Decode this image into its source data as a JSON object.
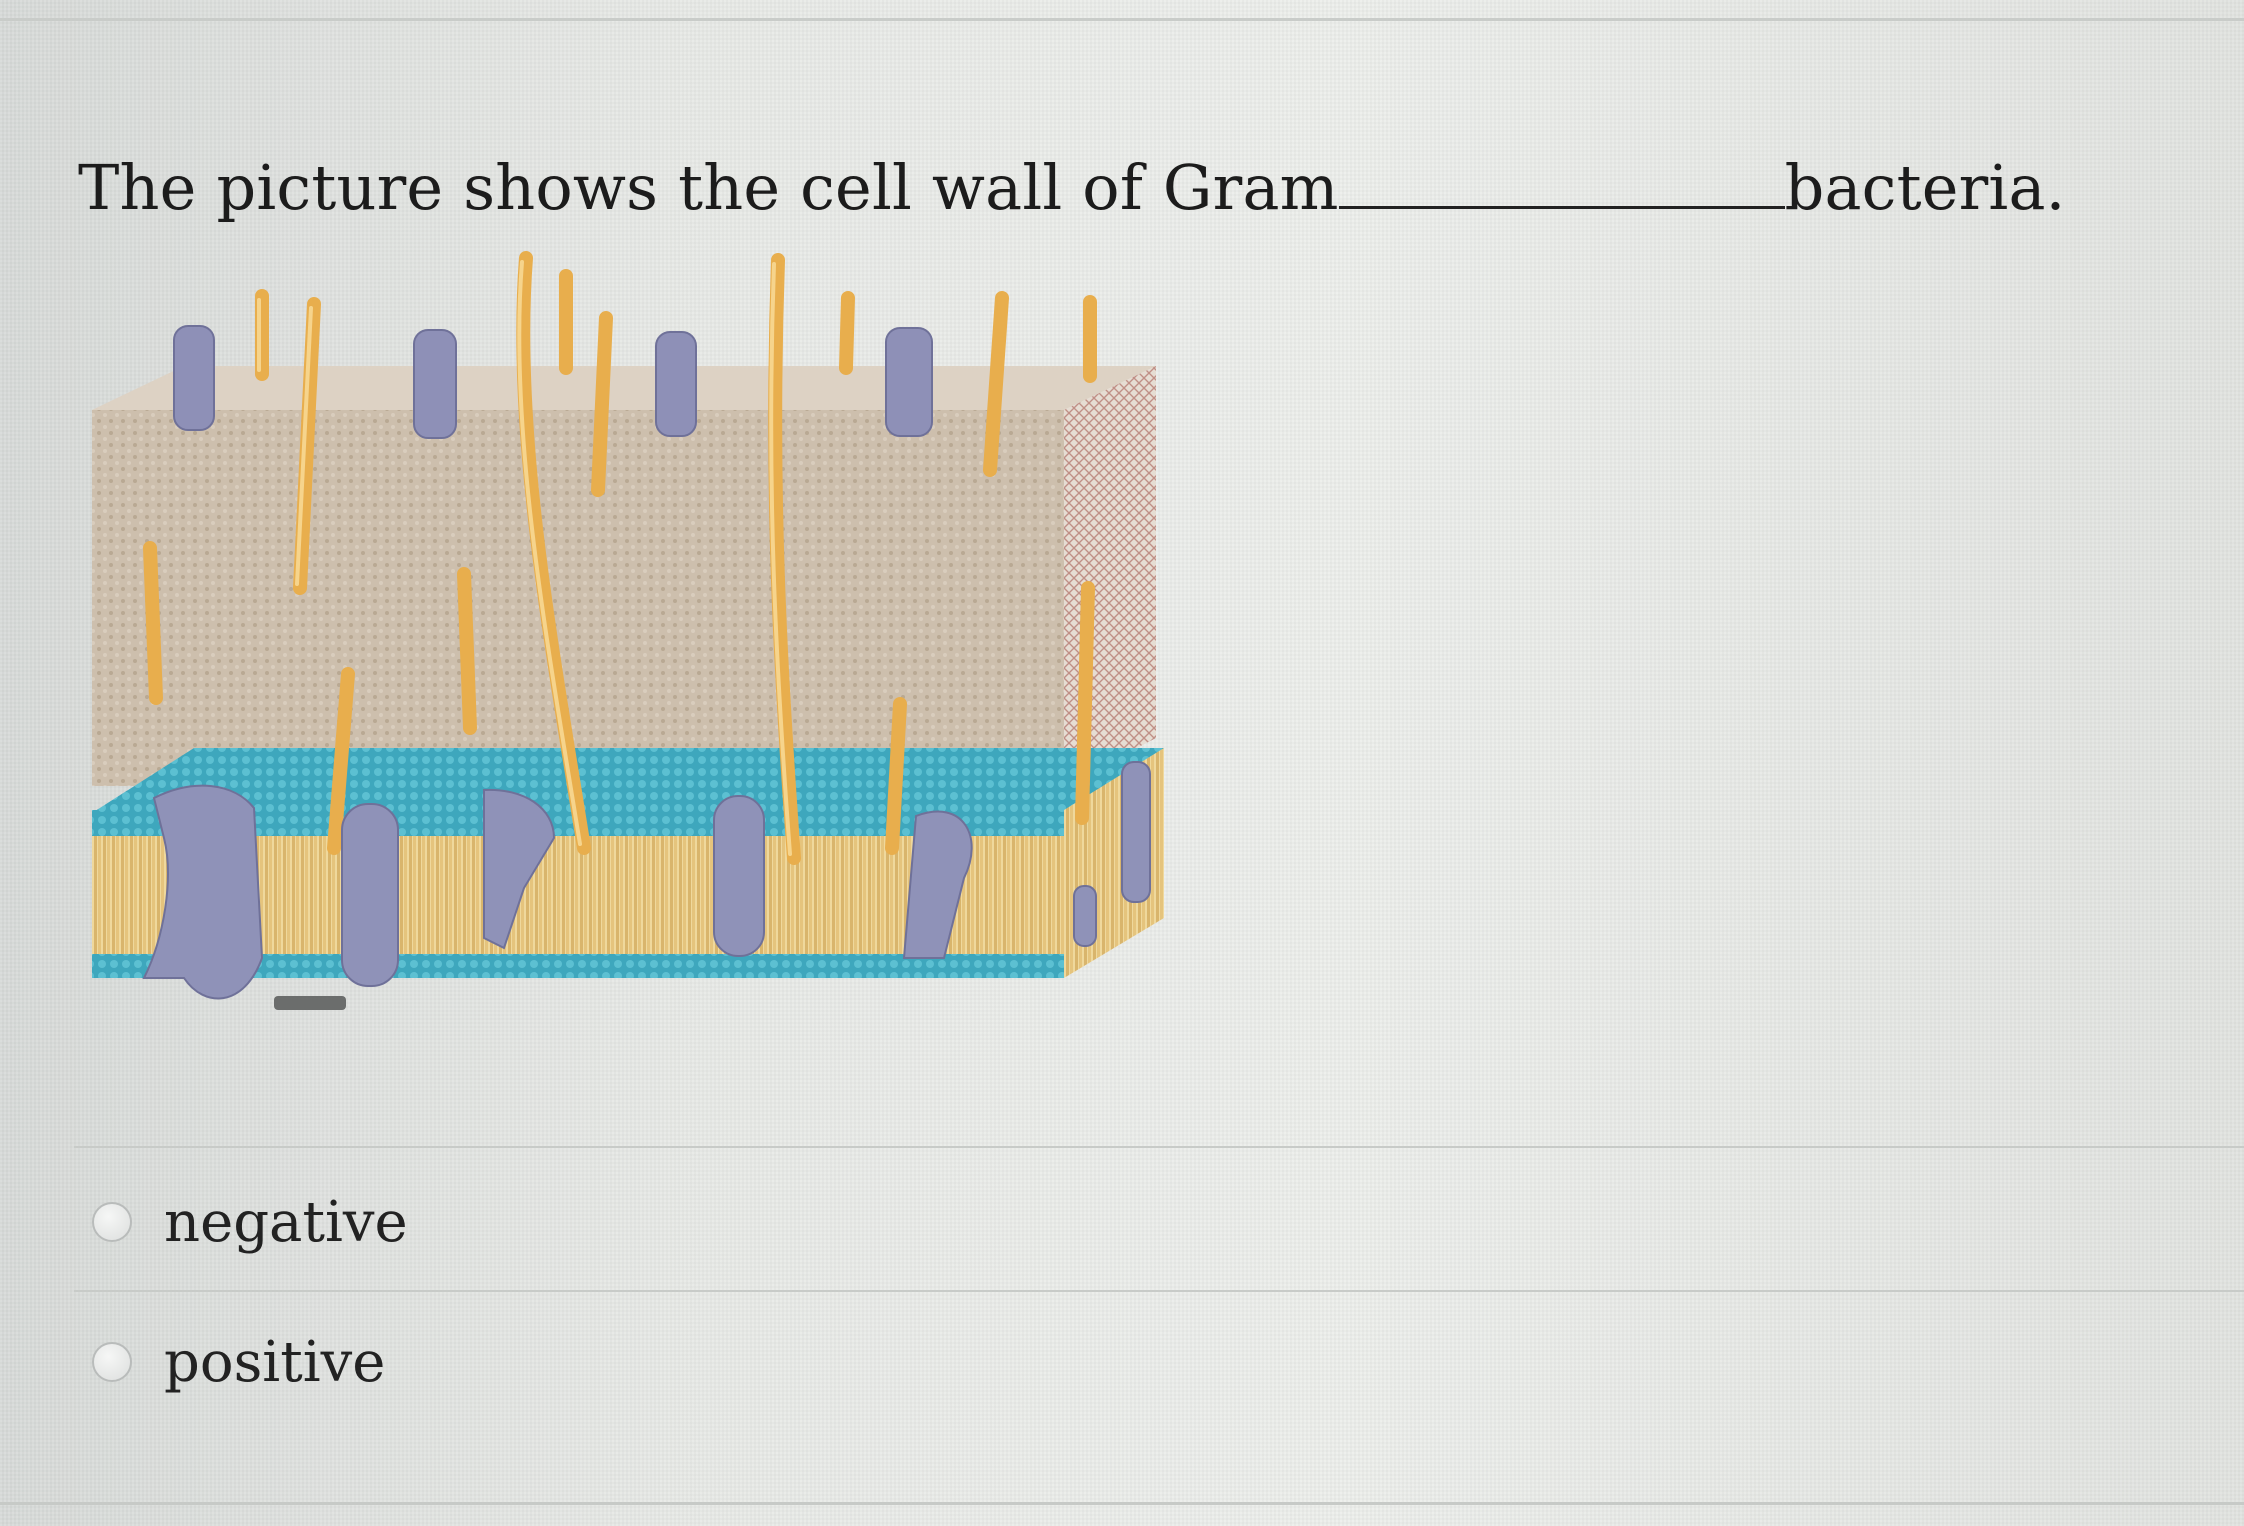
{
  "question": {
    "text_before": "The picture shows the cell wall of Gram",
    "text_after": "bacteria."
  },
  "figure": {
    "icon": "gram-positive-cell-wall-diagram"
  },
  "options": [
    {
      "label": "negative",
      "selected": false
    },
    {
      "label": "positive",
      "selected": false
    }
  ],
  "colors": {
    "peptidoglycan": "#cfc2b0",
    "teichoic_acid": "#e9b456",
    "membrane_head": "#3fa9bf",
    "membrane_tail": "#e6c983",
    "protein": "#8f92b8"
  }
}
